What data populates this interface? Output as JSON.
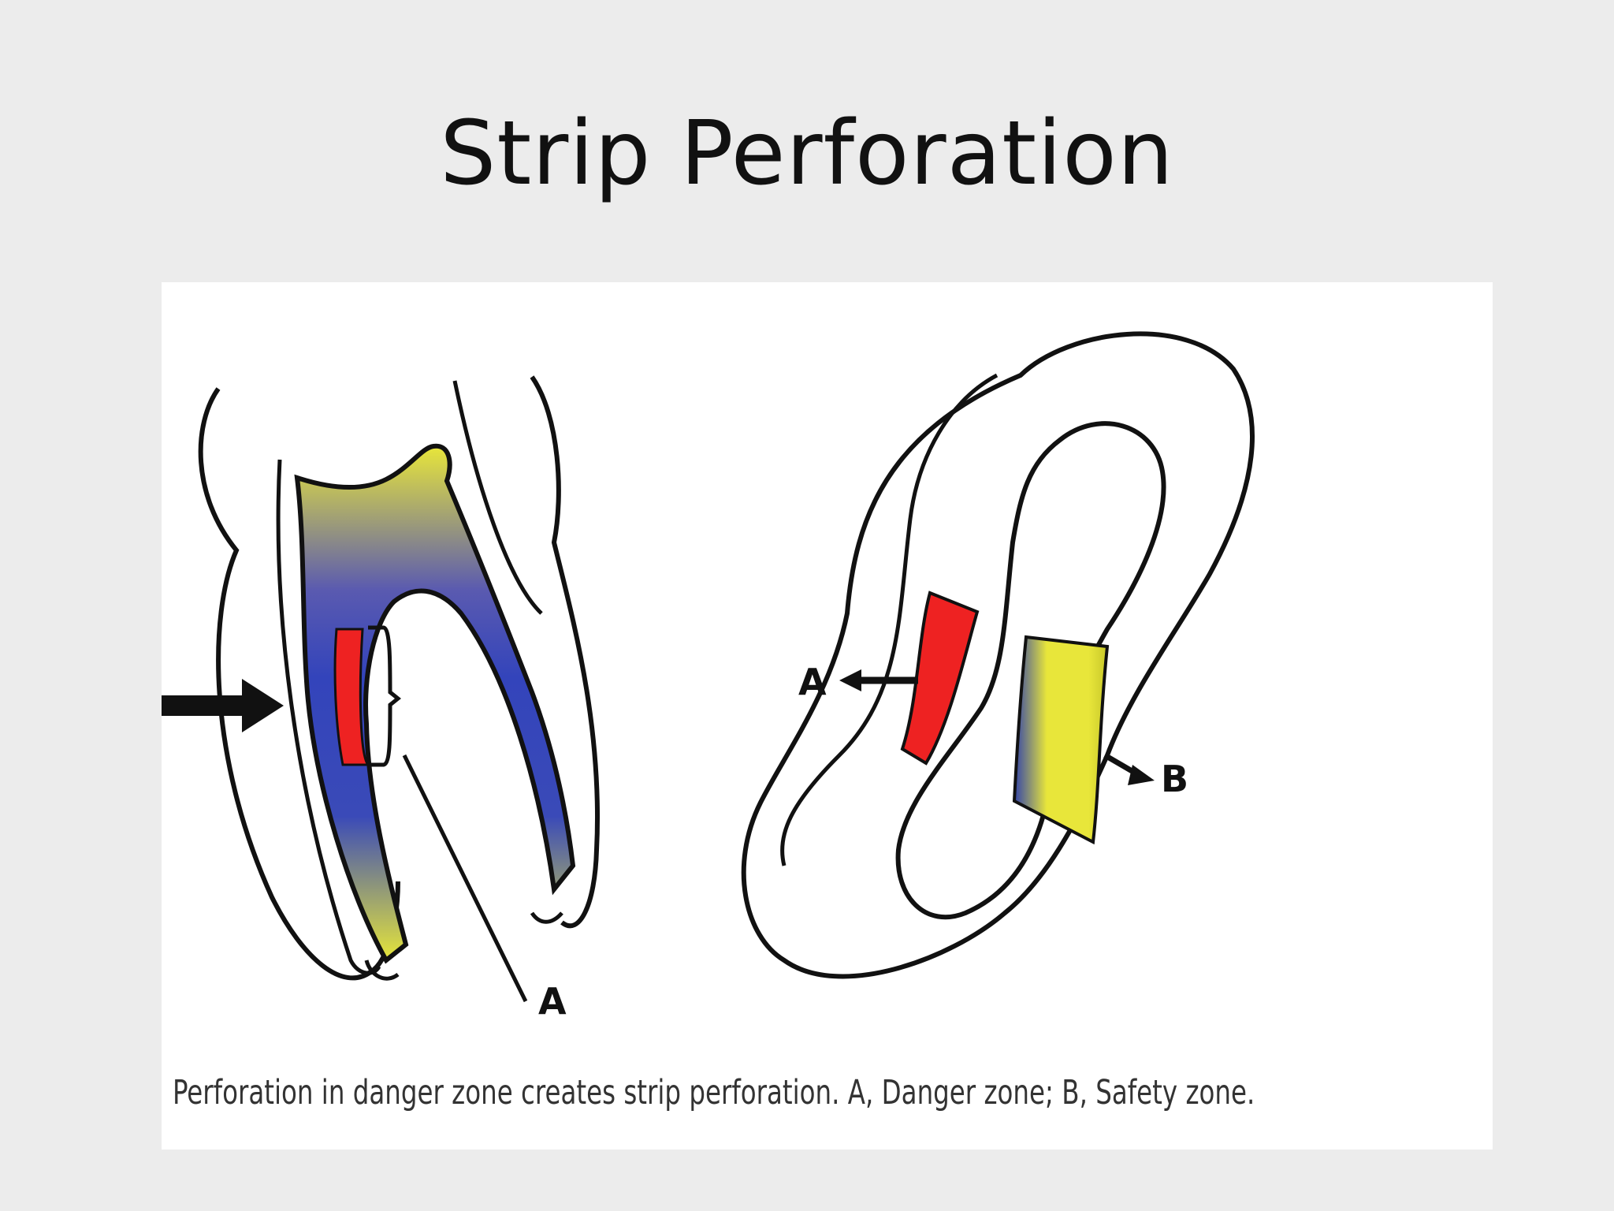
{
  "slide": {
    "title": "Strip Perforation"
  },
  "figure": {
    "caption": "Perforation in danger zone creates strip perforation. A, Danger zone; B, Safety zone.",
    "left_label_a": "A",
    "right_label_a": "A",
    "right_label_b": "B"
  },
  "colors": {
    "background": "#ececec",
    "danger_zone": "#ee2222",
    "safety_zone": "#e6e63a",
    "canal_blue": "#3344bb"
  }
}
